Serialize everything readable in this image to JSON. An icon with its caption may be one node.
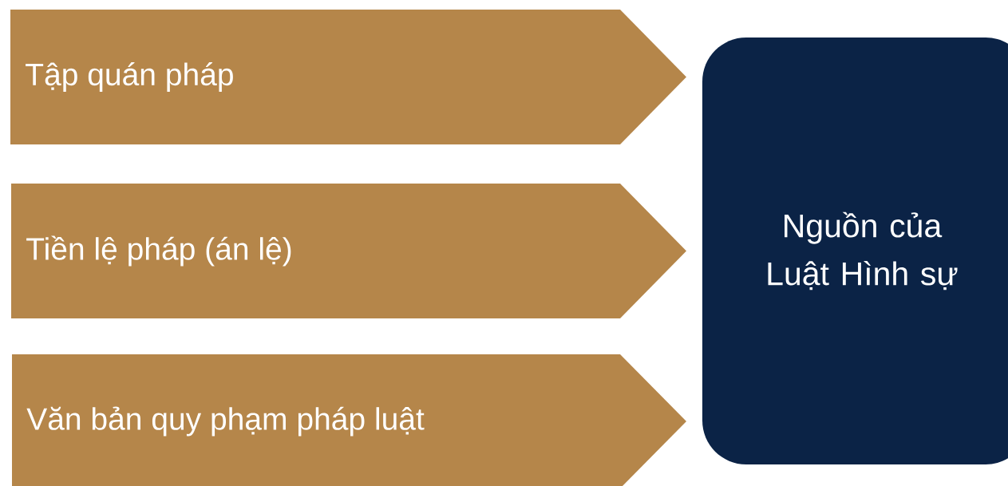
{
  "diagram": {
    "nodes": [
      {
        "text": [
          "Tập quán pháp"
        ]
      },
      {
        "text": [
          "Tiền lệ pháp (án lệ)"
        ]
      },
      {
        "text": [
          "Văn bản quy phạm pháp luật"
        ]
      },
      {
        "text": [
          "Nguồn của Luật Hình sự"
        ]
      }
    ]
  }
}
